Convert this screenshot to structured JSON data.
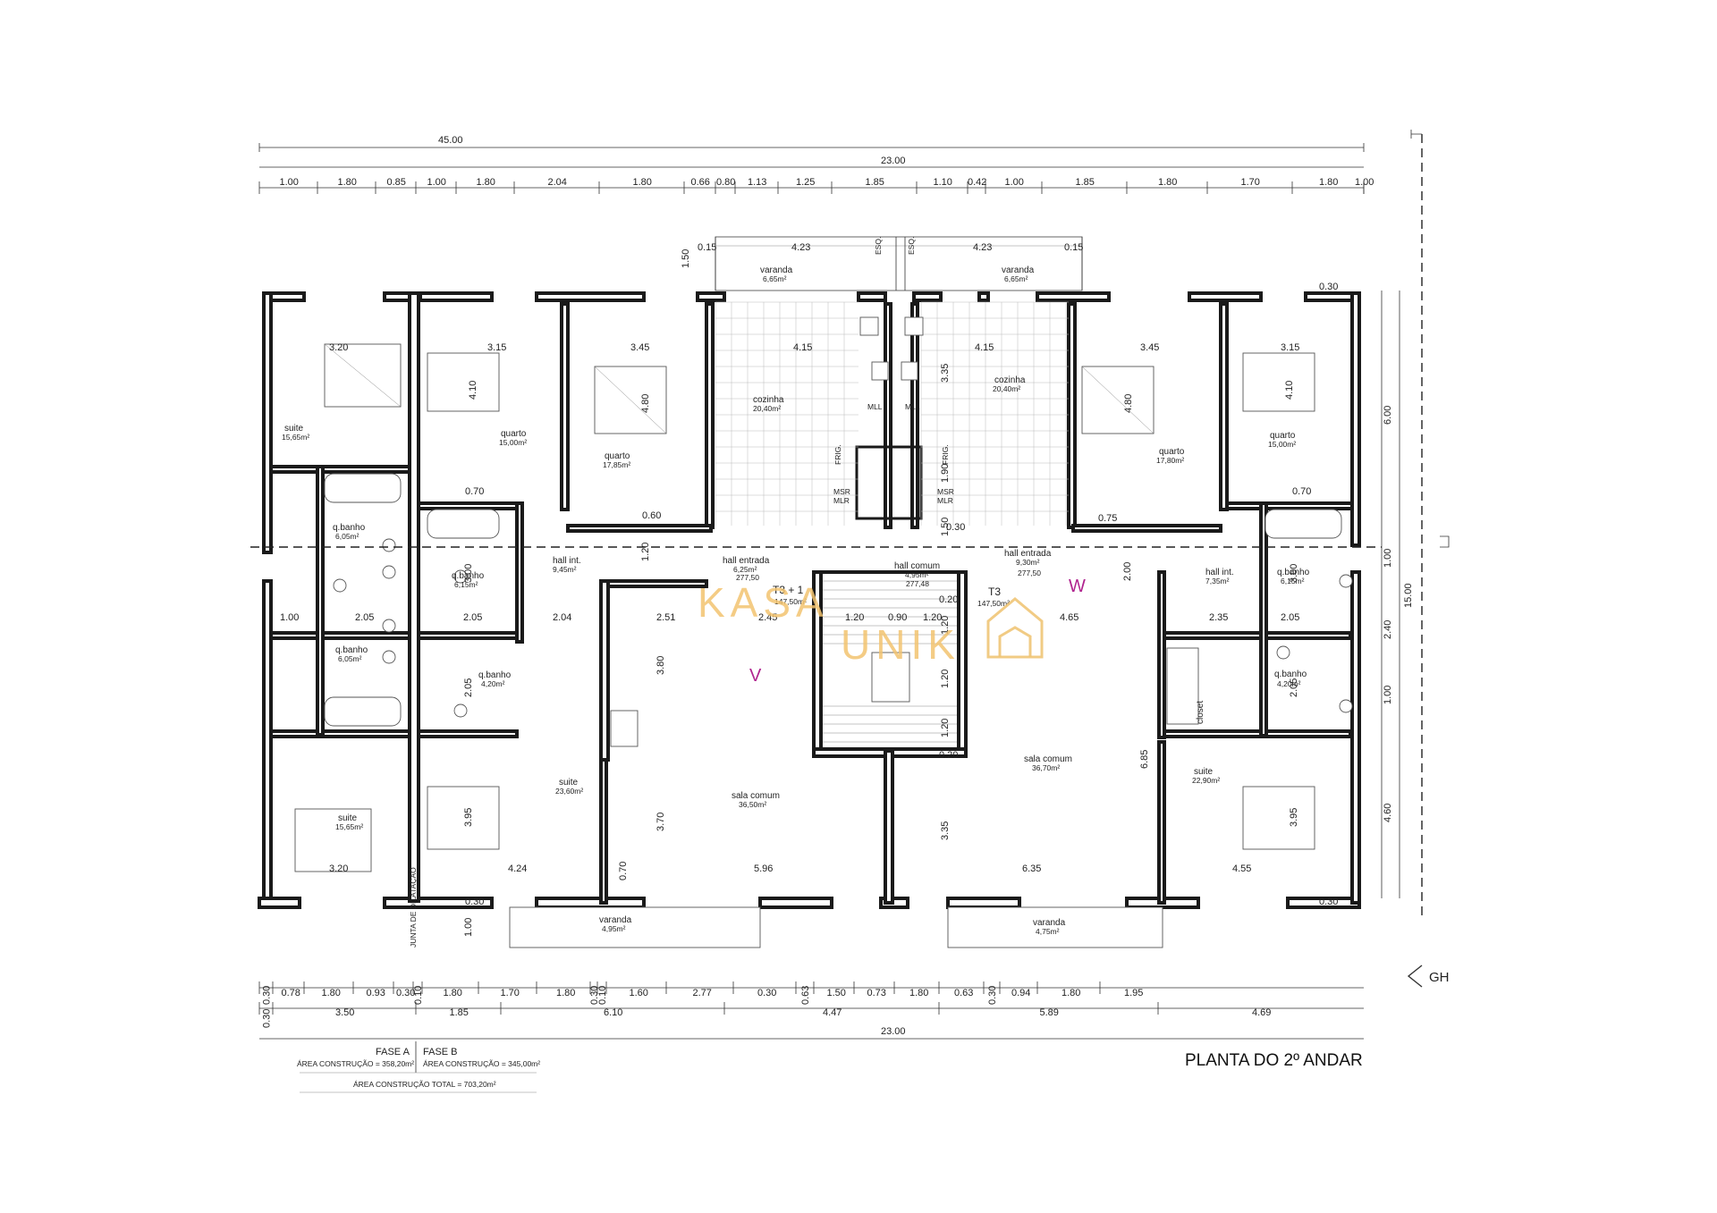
{
  "title": "PLANTA DO 2º ANDAR",
  "north_label": "GH",
  "dims_top": {
    "overall": "45.00",
    "subtotal": "23.00",
    "row": [
      "1.00",
      "1.80",
      "0.85",
      "1.00",
      "1.80",
      "2.04",
      "1.80",
      "0.66",
      "0.80",
      "1.13",
      "1.25",
      "1.85",
      "1.10",
      "0.42",
      "1.00",
      "1.85",
      "1.80",
      "1.70",
      "1.80",
      "1.00"
    ]
  },
  "dims_bottom": {
    "row1": [
      "0.30",
      "0.78",
      "1.80",
      "0.93",
      "0.30",
      "0.10",
      "1.80",
      "1.70",
      "1.80",
      "0.30",
      "0.10",
      "1.60",
      "2.77",
      "0.30",
      "0.63",
      "1.50",
      "0.73",
      "1.80",
      "0.63",
      "0.30",
      "0.94",
      "1.80",
      "1.95"
    ],
    "row2": [
      "0.30",
      "3.50",
      "1.85",
      "6.10",
      "4.47",
      "5.89",
      "4.69"
    ],
    "total": "23.00"
  },
  "dims_right": [
    "6.00",
    "1.00",
    "2.40",
    "1.00",
    "4.60",
    "15.00",
    "0.30"
  ],
  "rooms": [
    {
      "name": "varanda",
      "area": "6,65m²"
    },
    {
      "name": "varanda",
      "area": "6,65m²"
    },
    {
      "name": "suite",
      "area": "15,65m²"
    },
    {
      "name": "quarto",
      "area": "15,00m²"
    },
    {
      "name": "quarto",
      "area": "17,85m²"
    },
    {
      "name": "cozinha",
      "area": "20,40m²"
    },
    {
      "name": "cozinha",
      "area": "20,40m²"
    },
    {
      "name": "quarto",
      "area": "17,80m²"
    },
    {
      "name": "quarto",
      "area": "15,00m²"
    },
    {
      "name": "q.banho",
      "area": "6,05m²"
    },
    {
      "name": "hall int.",
      "area": "9,45m²"
    },
    {
      "name": "hall entrada",
      "area": "6,25m²",
      "extra": "277,50"
    },
    {
      "name": "hall comum",
      "area": "4,95m²",
      "extra": "277,48"
    },
    {
      "name": "hall entrada",
      "area": "9,30m²",
      "extra": "277,50"
    },
    {
      "name": "hall int.",
      "area": "7,35m²"
    },
    {
      "name": "q.banho",
      "area": "6,15m²"
    },
    {
      "name": "q.banho",
      "area": "6,15m²"
    },
    {
      "name": "q.banho",
      "area": "6,05m²"
    },
    {
      "name": "q.banho",
      "area": "4,20m²"
    },
    {
      "name": "q.banho",
      "area": "4,20m²"
    },
    {
      "name": "suite",
      "area": "15,65m²"
    },
    {
      "name": "suite",
      "area": "23,60m²"
    },
    {
      "name": "sala comum",
      "area": "36,50m²"
    },
    {
      "name": "sala comum",
      "area": "36,70m²"
    },
    {
      "name": "suite",
      "area": "22,90m²"
    },
    {
      "name": "varanda",
      "area": "4,95m²"
    },
    {
      "name": "varanda",
      "area": "4,75m²"
    },
    {
      "name": "closet",
      "area": ""
    }
  ],
  "units": [
    {
      "name": "T3 + 1",
      "area": "147,50m²"
    },
    {
      "name": "T3",
      "area": "147,50m²"
    }
  ],
  "markers": {
    "left": "V",
    "right": "W"
  },
  "labels": {
    "esq": "ESQ.",
    "mll": "MLL",
    "frig": "FRIG.",
    "msr": "MSR",
    "mlr": "MLR",
    "junta": "JUNTA DE DILATAÇÃO"
  },
  "phases": {
    "a_label": "FASE A",
    "a_area": "ÁREA CONSTRUÇÃO = 358,20m²",
    "b_label": "FASE B",
    "b_area": "ÁREA CONSTRUÇÃO = 345,00m²",
    "total": "ÁREA CONSTRUÇÃO TOTAL = 703,20m²"
  },
  "watermark": {
    "line1": "KASA",
    "line2": "UNIK"
  },
  "inner_dims": {
    "a": "3.20",
    "b": "3.15",
    "c": "3.45",
    "d": "4.15",
    "e": "4.15",
    "f": "3.45",
    "g": "3.15",
    "h": "4.10",
    "i": "4.80",
    "j": "3.35",
    "k": "4.80",
    "l": "4.10",
    "m": "0.70",
    "n": "0.60",
    "o": "0.75",
    "p": "0.70",
    "q": "1.00",
    "r": "2.05",
    "s": "2.05",
    "t": "2.04",
    "u": "2.51",
    "v": "2.45",
    "w": "1.20",
    "x": "0.90",
    "y": "1.20",
    "z": "4.65",
    "aa": "2.35",
    "ab": "2.05",
    "ac": "3.00",
    "ad": "3.00",
    "ae": "2.00",
    "af": "1.20",
    "ag": "1.50",
    "ah": "1.90",
    "ai": "3.80",
    "aj": "3.70",
    "ak": "3.35",
    "al": "6.85",
    "am": "3.95",
    "an": "3.95",
    "ao": "2.05",
    "ap": "2.05",
    "aq": "1.20",
    "ar": "1.20",
    "as": "1.20",
    "at": "3.20",
    "au": "4.24",
    "av": "5.96",
    "aw": "6.35",
    "ax": "4.55",
    "ay": "0.70",
    "az": "0.30",
    "ba": "0.15",
    "bb": "0.20",
    "bc": "1.50",
    "bd": "1.00",
    "be": "4.23",
    "bf": "4.23",
    "bg": "0.15",
    "bh": "0.15"
  }
}
